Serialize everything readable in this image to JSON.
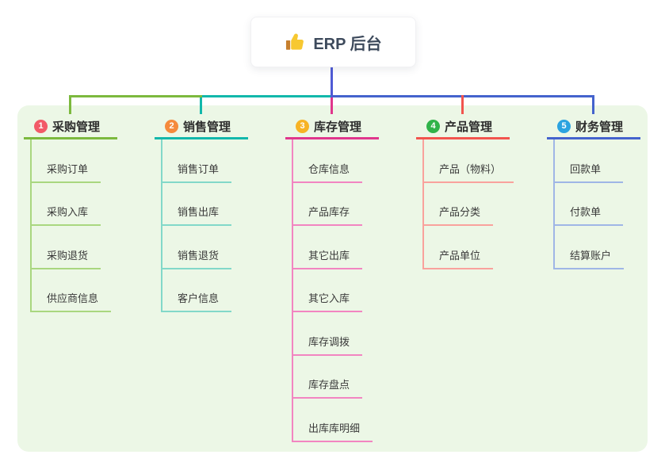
{
  "root": {
    "title": "ERP 后台",
    "icon": "thumbs-up-icon",
    "line_color": "#4f5bd5"
  },
  "colors": {
    "panel_bg": "#ecf7e6",
    "canvas_bg": "#ffffff",
    "root_text": "#3d4a5c"
  },
  "branches": [
    {
      "number": "1",
      "title": "采购管理",
      "badge_color": "#f25a68",
      "line_color": "#7cb93e",
      "item_line_color": "#a9d77f",
      "items": [
        "采购订单",
        "采购入库",
        "采购退货",
        "供应商信息"
      ]
    },
    {
      "number": "2",
      "title": "销售管理",
      "badge_color": "#f58a3c",
      "line_color": "#12b8ab",
      "item_line_color": "#82d8c9",
      "items": [
        "销售订单",
        "销售出库",
        "销售退货",
        "客户信息"
      ]
    },
    {
      "number": "3",
      "title": "库存管理",
      "badge_color": "#f7b325",
      "line_color": "#e0368c",
      "item_line_color": "#f285c1",
      "items": [
        "仓库信息",
        "产品库存",
        "其它出库",
        "其它入库",
        "库存调拨",
        "库存盘点",
        "出库库明细"
      ]
    },
    {
      "number": "4",
      "title": "产品管理",
      "badge_color": "#30b34a",
      "line_color": "#f2544e",
      "item_line_color": "#f9a29d",
      "items": [
        "产品（物料）",
        "产品分类",
        "产品单位"
      ]
    },
    {
      "number": "5",
      "title": "财务管理",
      "badge_color": "#2ba3e0",
      "line_color": "#4463cd",
      "item_line_color": "#9fb6e6",
      "items": [
        "回款单",
        "付款单",
        "结算账户"
      ]
    }
  ]
}
